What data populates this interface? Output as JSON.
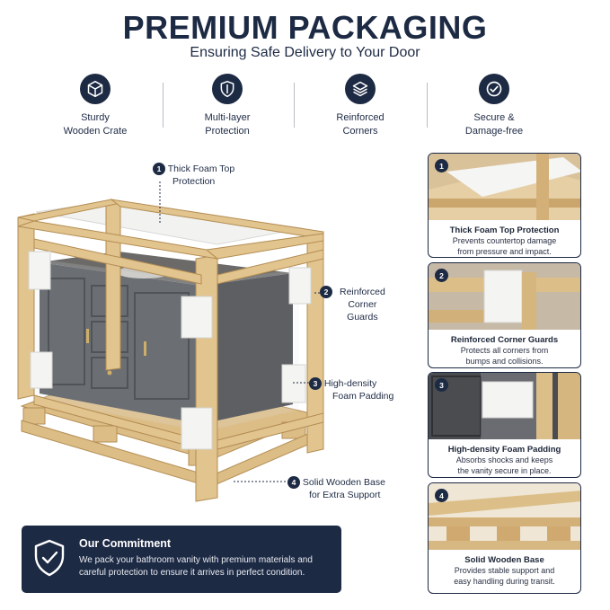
{
  "header": {
    "title": "PREMIUM PACKAGING",
    "subtitle": "Ensuring Safe Delivery to Your Door"
  },
  "features": [
    {
      "icon": "cube-icon",
      "line1": "Sturdy",
      "line2": "Wooden Crate"
    },
    {
      "icon": "shield-icon",
      "line1": "Multi-layer",
      "line2": "Protection"
    },
    {
      "icon": "layers-icon",
      "line1": "Reinforced",
      "line2": "Corners"
    },
    {
      "icon": "check-circle-icon",
      "line1": "Secure &",
      "line2": "Damage-free"
    }
  ],
  "callouts": [
    {
      "num": "1",
      "line1": "Thick Foam Top",
      "line2": "Protection"
    },
    {
      "num": "2",
      "line1": "Reinforced",
      "line2": "Corner",
      "line3": "Guards"
    },
    {
      "num": "3",
      "line1": "High-density",
      "line2": "Foam Padding"
    },
    {
      "num": "4",
      "line1": "Solid Wooden Base",
      "line2": "for Extra Support"
    }
  ],
  "cards": [
    {
      "num": "1",
      "title": "Thick Foam Top Protection",
      "desc1": "Prevents countertop damage",
      "desc2": "from pressure and impact."
    },
    {
      "num": "2",
      "title": "Reinforced Corner Guards",
      "desc1": "Protects all corners from",
      "desc2": "bumps and collisions."
    },
    {
      "num": "3",
      "title": "High-density Foam Padding",
      "desc1": "Absorbs shocks and keeps",
      "desc2": "the vanity secure in place."
    },
    {
      "num": "4",
      "title": "Solid Wooden Base",
      "desc1": "Provides stable support and",
      "desc2": "easy handling during transit."
    }
  ],
  "commitment": {
    "heading": "Our Commitment",
    "line1": "We pack your bathroom vanity with premium materials and",
    "line2": "careful protection to ensure it arrives in perfect condition."
  },
  "colors": {
    "navy": "#1d2a44",
    "wood": "#e2c48f",
    "foam": "#f1f2f0",
    "vanity": "#4a4c50"
  }
}
